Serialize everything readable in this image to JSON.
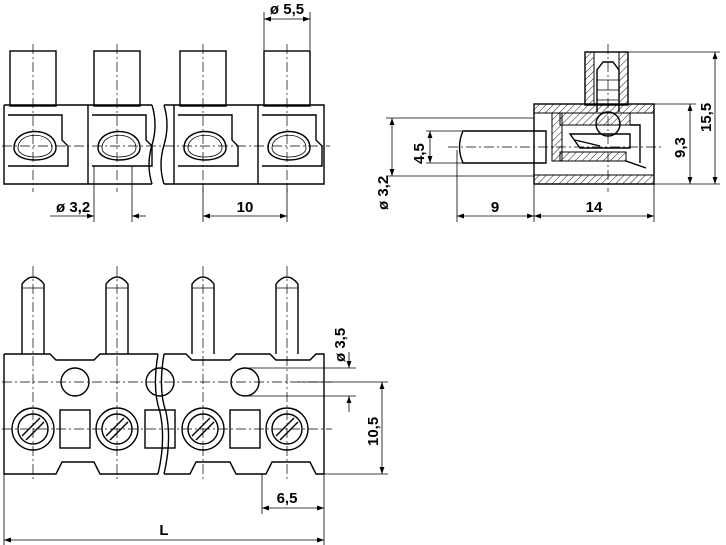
{
  "top_view": {
    "dim_pin_dia": "ø 5,5",
    "dim_screw_dia": "ø 3,2",
    "dim_pitch": "10"
  },
  "side_view": {
    "dim_pin_dia": "ø 3,2",
    "dim_pin_height": "4,5",
    "dim_pin_length": "9",
    "dim_body_length": "14",
    "dim_body_height": "9,3",
    "dim_total_height": "15,5"
  },
  "front_view": {
    "dim_hole_dia": "ø 3,5",
    "dim_height": "10,5",
    "dim_edge": "6,5",
    "dim_length": "L"
  }
}
